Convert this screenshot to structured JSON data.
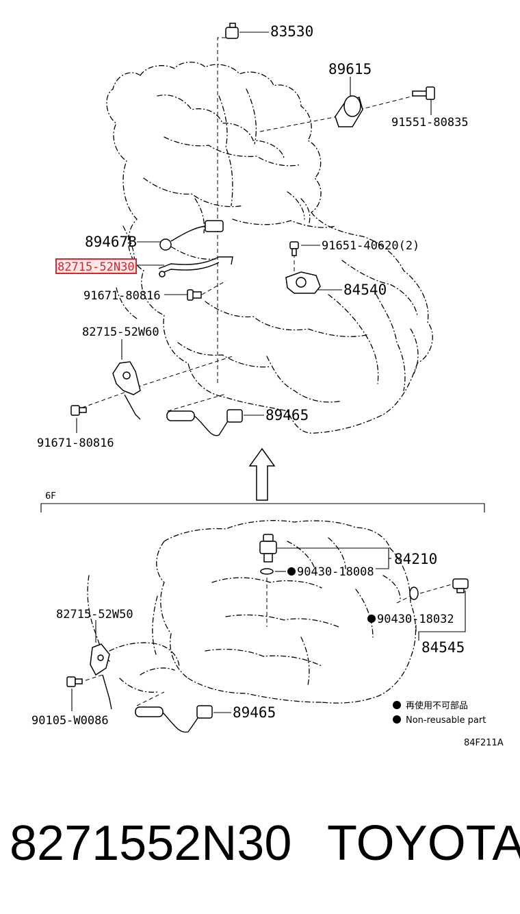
{
  "diagram": {
    "highlight_color": "#e0242c",
    "section_label": "6F",
    "diagram_code": "84F211A",
    "legend": [
      {
        "icon": "filled-dot-icon",
        "text": "再使用不可部品"
      },
      {
        "icon": "filled-dot-icon",
        "text": "Non-reusable part"
      }
    ],
    "parts_upper": {
      "p83530": "83530",
      "p89615": "89615",
      "p91551": "91551-80835",
      "p89467b": "89467B",
      "p82715_52n30": "82715-52N30",
      "p91651": "91651-40620(2)",
      "p84540": "84540",
      "p91671_a": "91671-80816",
      "p82715_52w60": "82715-52W60",
      "p89465_a": "89465",
      "p91671_b": "91671-80816"
    },
    "parts_lower": {
      "p84210": "84210",
      "p90430_18008": "90430-18008",
      "p90430_18032": "90430-18032",
      "p84545": "84545",
      "p82715_52w50": "82715-52W50",
      "p90105": "90105-W0086",
      "p89465_b": "89465"
    }
  },
  "footer": {
    "part_number": "8271552N30",
    "brand": "TOYOTA"
  }
}
